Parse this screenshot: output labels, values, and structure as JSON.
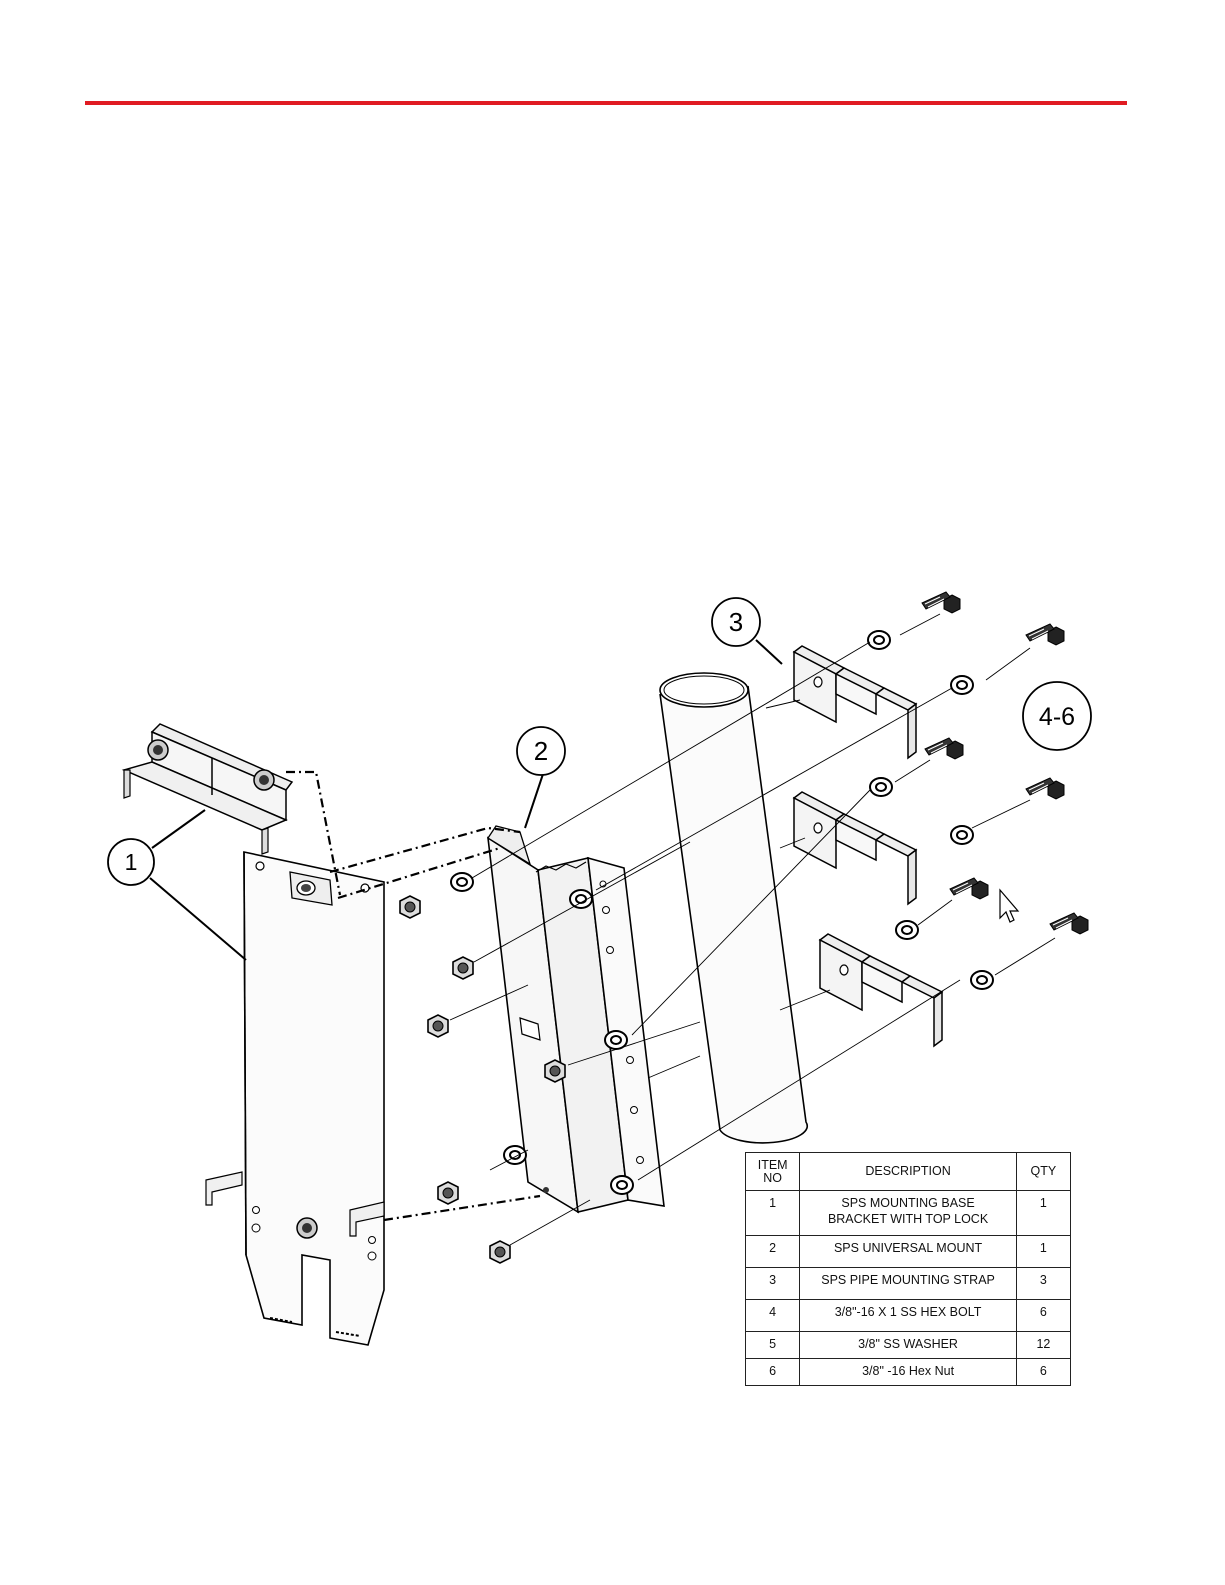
{
  "colors": {
    "rule": "#e01b22",
    "ink": "#111111",
    "part_fill": "#f2f2f2"
  },
  "callouts": [
    {
      "id": "1",
      "label": "1"
    },
    {
      "id": "2",
      "label": "2"
    },
    {
      "id": "3",
      "label": "3"
    },
    {
      "id": "4-6",
      "label": "4-6"
    }
  ],
  "parts_table": {
    "headers": {
      "item_line1": "ITEM",
      "item_line2": "NO",
      "description": "DESCRIPTION",
      "qty": "QTY"
    },
    "rows": [
      {
        "item": "1",
        "description_line1": "SPS MOUNTING BASE",
        "description_line2": "BRACKET WITH TOP LOCK",
        "qty": "1"
      },
      {
        "item": "2",
        "description_line1": "SPS UNIVERSAL MOUNT",
        "description_line2": "",
        "qty": "1"
      },
      {
        "item": "3",
        "description_line1": "SPS PIPE MOUNTING STRAP",
        "description_line2": "",
        "qty": "3"
      },
      {
        "item": "4",
        "description_line1": "3/8\"-16 X 1 SS HEX BOLT",
        "description_line2": "",
        "qty": "6"
      },
      {
        "item": "5",
        "description_line1": "3/8\" SS WASHER",
        "description_line2": "",
        "qty": "12"
      },
      {
        "item": "6",
        "description_line1": "3/8\" -16 Hex Nut",
        "description_line2": "",
        "qty": "6"
      }
    ]
  }
}
